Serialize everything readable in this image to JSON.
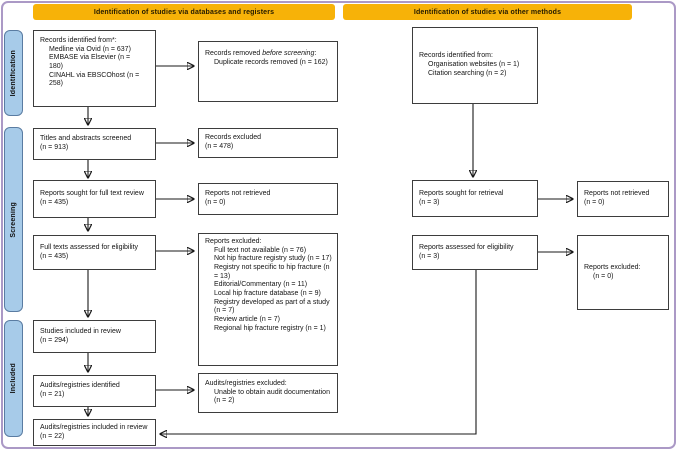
{
  "banners": {
    "left": "Identification of studies via databases and registers",
    "right": "Identification of studies via other methods"
  },
  "stage_labels": {
    "identification": "Identification",
    "screening": "Screening",
    "included": "Included"
  },
  "boxes": {
    "db_records": {
      "title": "Records identified from*:",
      "items": [
        "Medline via Ovid (n = 637)",
        "EMBASE via Elsevier (n = 180)",
        "CINAHL via EBSCOhost (n = 258)"
      ]
    },
    "records_removed": {
      "lead": "Records removed ",
      "lead_italic": "before screening",
      "lead_end": ":",
      "items": [
        "Duplicate records removed (n = 162)"
      ]
    },
    "titles_screened": {
      "lines": [
        "Titles and abstracts screened",
        "(n = 913)"
      ]
    },
    "records_excluded": {
      "lines": [
        "Records excluded",
        "(n = 478)"
      ]
    },
    "reports_sought_ft": {
      "lines": [
        "Reports sought for full text review",
        "(n = 435)"
      ]
    },
    "reports_not_retrieved_db": {
      "lines": [
        "Reports not retrieved",
        "(n = 0)"
      ]
    },
    "fulltext_assessed": {
      "lines": [
        "Full texts assessed for eligibility",
        "(n = 435)"
      ]
    },
    "reports_excluded_db": {
      "title": "Reports excluded:",
      "items": [
        "Full text not available (n = 76)",
        "Not hip fracture registry study (n = 17)",
        "Registry not specific to hip fracture (n = 13)",
        "Editorial/Commentary (n = 11)",
        "Local hip fracture database (n = 9)",
        "Registry developed as part of a study (n = 7)",
        "Review article (n = 7)",
        "Regional hip fracture registry (n = 1)"
      ]
    },
    "studies_included": {
      "lines": [
        "Studies included in review",
        "(n = 294)"
      ]
    },
    "audits_identified": {
      "lines": [
        "Audits/registries identified",
        "(n = 21)"
      ]
    },
    "audits_excluded": {
      "title": "Audits/registries excluded:",
      "items": [
        "Unable to obtain audit documentation (n = 2)"
      ]
    },
    "audits_included": {
      "lines": [
        "Audits/registries included in review (n = 22)"
      ]
    },
    "other_records": {
      "title": "Records identified from:",
      "items": [
        "Organisation websites (n = 1)",
        "Citation searching (n = 2)"
      ]
    },
    "reports_sought_other": {
      "lines": [
        "Reports sought for retrieval",
        "(n = 3)"
      ]
    },
    "reports_not_retrieved_other": {
      "lines": [
        "Reports not retrieved",
        "(n = 0)"
      ]
    },
    "reports_assessed": {
      "lines": [
        "Reports assessed for eligibility",
        "(n = 3)"
      ]
    },
    "reports_excluded_other": {
      "title": "Reports excluded:",
      "items": [
        "(n = 0)"
      ]
    }
  },
  "colors": {
    "banner_bg": "#F7B208",
    "stage_label_bg": "#A7CBE9",
    "stage_label_border": "#5A7CA2",
    "frame_border": "#AB99C6",
    "box_border": "#3D3D3D"
  }
}
